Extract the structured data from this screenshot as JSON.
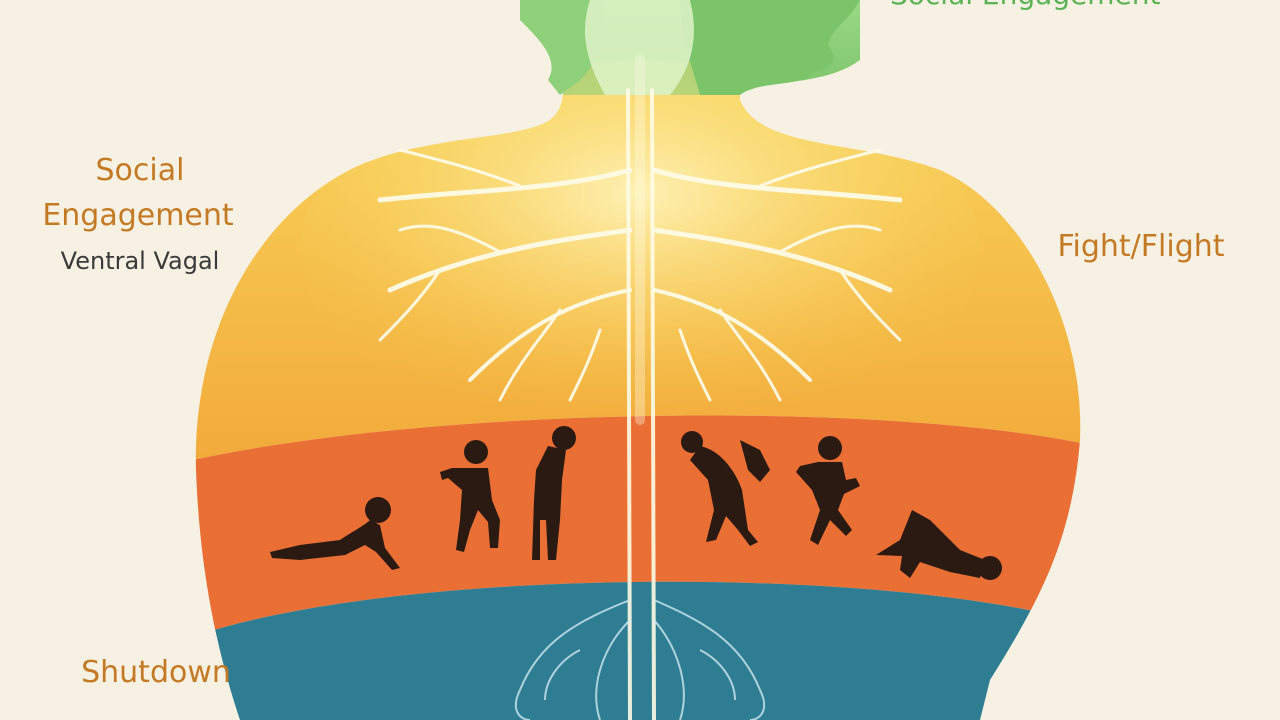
{
  "labels": {
    "top_right": "Social Engagement",
    "left_title_line1": "Social",
    "left_title_line2": "Engagement",
    "left_subtitle": "Ventral Vagal",
    "right_middle": "Fight/Flight",
    "bottom_left": "Shutdown"
  },
  "colors": {
    "background": "#f7f1e3",
    "head_green": "#8fd07a",
    "upper_yellow": "#f5c44a",
    "middle_orange": "#ea6f34",
    "lower_teal": "#2e7d93",
    "label_orange": "#c47a24",
    "label_green": "#5cb356",
    "silhouette": "#2b1a12"
  },
  "figures": [
    {
      "name": "crawling-figure-icon"
    },
    {
      "name": "walking-figure-icon"
    },
    {
      "name": "slumped-standing-figure-icon"
    },
    {
      "name": "recoiling-figure-icon"
    },
    {
      "name": "running-figure-icon"
    },
    {
      "name": "collapsed-figure-icon"
    }
  ]
}
